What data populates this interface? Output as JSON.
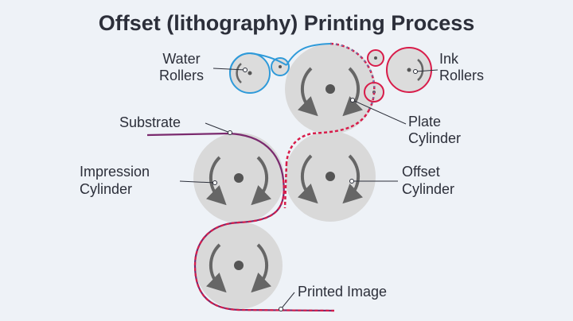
{
  "title": "Offset (lithography) Printing Process",
  "labels": {
    "water_rollers": [
      "Water",
      "Rollers"
    ],
    "ink_rollers": [
      "Ink",
      "Rollers"
    ],
    "plate_cylinder": [
      "Plate",
      "Cylinder"
    ],
    "substrate": "Substrate",
    "impression_cylinder": [
      "Impression",
      "Cylinder"
    ],
    "offset_cylinder": [
      "Offset",
      "Cylinder"
    ],
    "printed_image": "Printed Image"
  },
  "colors": {
    "background": "#eef2f7",
    "cylinder": "#d9d9d9",
    "arrow": "#666666",
    "water": "#2f9ad9",
    "ink": "#d81c4a",
    "substrate": "#7a2a6e",
    "text": "#2c2f3a"
  }
}
